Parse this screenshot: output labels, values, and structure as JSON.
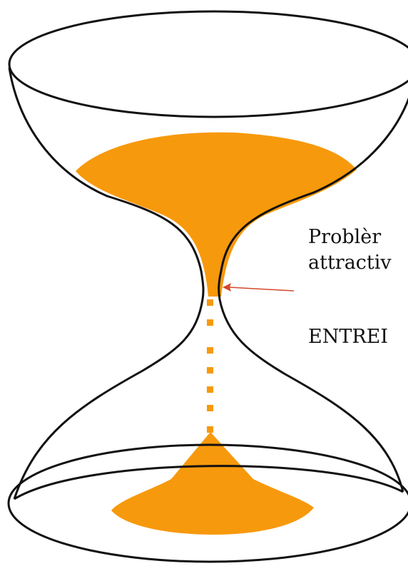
{
  "diagram": {
    "sand_color": "#f7990c",
    "outline_color": "#111111",
    "arrow_color": "#d2482a",
    "caption": {
      "line1": "Problèr",
      "line2": "attractiv",
      "line3": "ENTREI"
    }
  }
}
